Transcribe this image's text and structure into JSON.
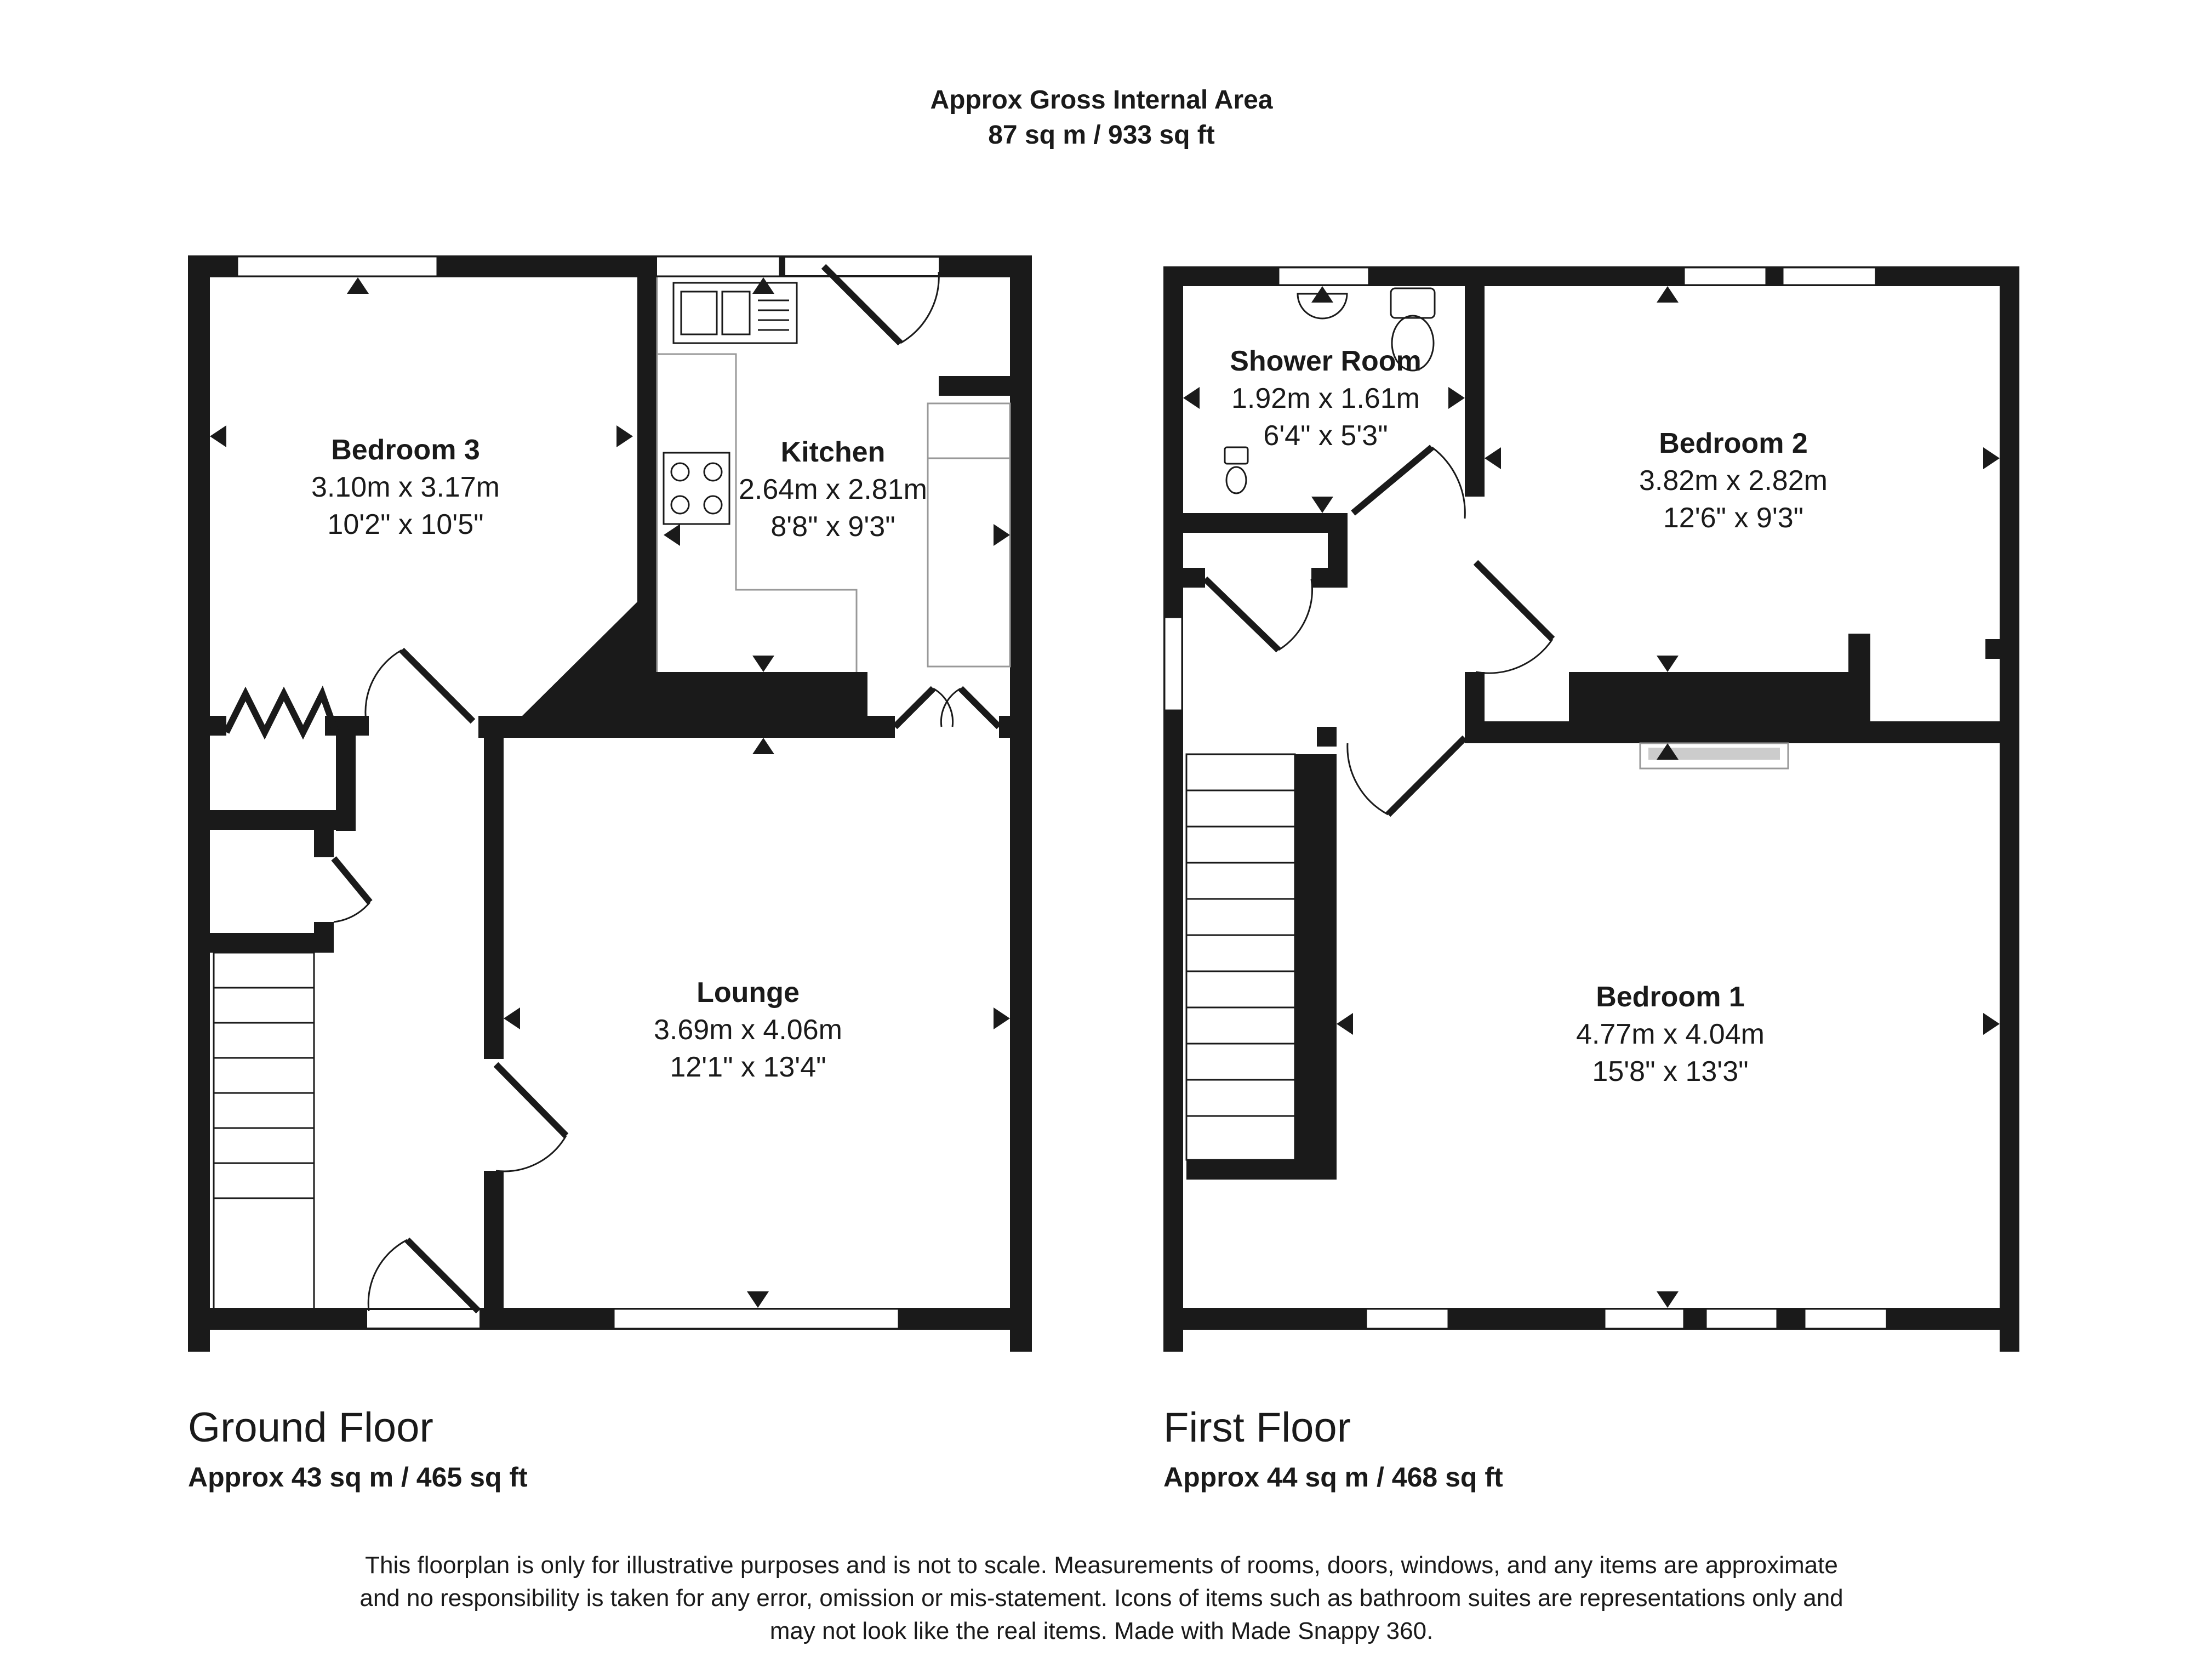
{
  "header": {
    "title": "Approx Gross Internal Area",
    "total_area": "87 sq m / 933 sq ft"
  },
  "ground_floor": {
    "name": "Ground Floor",
    "area": "Approx 43 sq m / 465 sq ft",
    "rooms": [
      {
        "name": "Bedroom 3",
        "metric": "3.10m x 3.17m",
        "imperial": "10'2\" x 10'5\""
      },
      {
        "name": "Kitchen",
        "metric": "2.64m x 2.81m",
        "imperial": "8'8\" x 9'3\""
      },
      {
        "name": "Lounge",
        "metric": "3.69m x 4.06m",
        "imperial": "12'1\" x 13'4\""
      }
    ]
  },
  "first_floor": {
    "name": "First Floor",
    "area": "Approx 44 sq m / 468 sq ft",
    "rooms": [
      {
        "name": "Shower Room",
        "metric": "1.92m x 1.61m",
        "imperial": "6'4\" x 5'3\""
      },
      {
        "name": "Bedroom 2",
        "metric": "3.82m x 2.82m",
        "imperial": "12'6\" x 9'3\""
      },
      {
        "name": "Bedroom 1",
        "metric": "4.77m x 4.04m",
        "imperial": "15'8\" x 13'3\""
      }
    ]
  },
  "disclaimer": [
    "This floorplan is only for illustrative purposes and is not to scale. Measurements of rooms, doors, windows, and any items are approximate",
    "and no responsibility is taken for any error, omission or mis-statement. Icons of items such as bathroom suites are representations only and",
    "may not look like the real items. Made with Made Snappy 360."
  ],
  "colors": {
    "wall": "#1a1a1a",
    "background": "#ffffff",
    "fixture": "#999999"
  }
}
